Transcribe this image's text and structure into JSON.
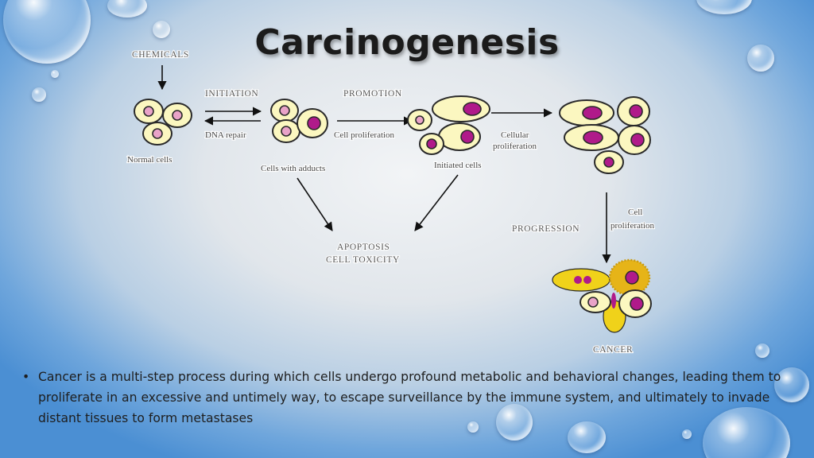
{
  "slide": {
    "title": "Carcinogenesis",
    "diagram": {
      "chemicals": "CHEMICALS",
      "initiation": "INITIATION",
      "dna_repair": "DNA repair",
      "normal_cells": "Normal cells",
      "cells_with_adducts": "Cells with adducts",
      "promotion": "PROMOTION",
      "cell_proliferation": "Cell proliferation",
      "initiated_cells": "Initiated cells",
      "cellular_proliferation_line1": "Cellular",
      "cellular_proliferation_line2": "proliferation",
      "progression": "PROGRESSION",
      "cell_proliferation2_line1": "Cell",
      "cell_proliferation2_line2": "proliferation",
      "apoptosis_line1": "APOPTOSIS",
      "apoptosis_line2": "CELL TOXICITY",
      "cancer": "CANCER"
    },
    "bullet_symbol": "•",
    "bullet": "Cancer is a multi-step process during which cells undergo profound metabolic and behavioral changes, leading them to proliferate in an excessive and untimely way, to escape surveillance by the immune system, and ultimately to invade distant tissues to form metastases"
  },
  "colors": {
    "cell_fill": "#fbf7c0",
    "cell_outline": "#2a2a2a",
    "nucleus_normal": "#e9a3c8",
    "nucleus_dark": "#b01a8a",
    "cancer_yellow": "#f0d21a",
    "cancer_orange": "#e6b418"
  }
}
